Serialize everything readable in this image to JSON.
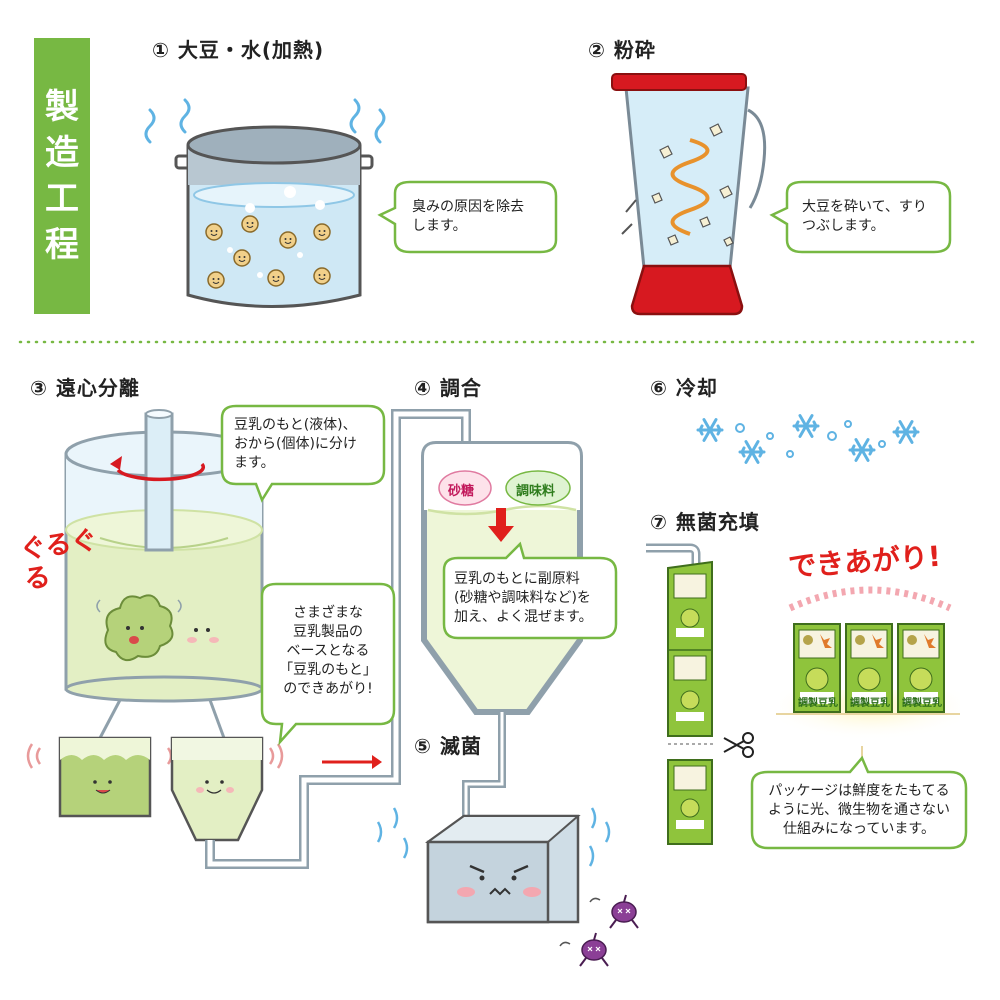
{
  "sidebar": {
    "chars": [
      "製",
      "造",
      "工",
      "程"
    ]
  },
  "steps": {
    "s1": {
      "label": "① 大豆・水(加熱)",
      "bubble": [
        "臭みの原因を除去",
        "します。"
      ]
    },
    "s2": {
      "label": "② 粉砕",
      "bubble": [
        "大豆を砕いて、すり",
        "つぶします。"
      ]
    },
    "s3": {
      "label": "③ 遠心分離",
      "bubble_a": [
        "豆乳のもと(液体)、",
        "おから(個体)に分け",
        "ます。"
      ],
      "bubble_b": [
        "さまざまな",
        "豆乳製品の",
        "ベースとなる",
        "「豆乳のもと」",
        "のできあがり!"
      ],
      "spin_text": "ぐるぐる"
    },
    "s4": {
      "label": "④ 調合",
      "tag_sugar": "砂糖",
      "tag_seasoning": "調味料",
      "bubble": [
        "豆乳のもとに副原料",
        "(砂糖や調味料など)を",
        "加え、よく混ぜます。"
      ]
    },
    "s5": {
      "label": "⑤ 滅菌"
    },
    "s6": {
      "label": "⑥ 冷却"
    },
    "s7": {
      "label": "⑦ 無菌充填",
      "done_text": "できあがり!",
      "package_label": "調製豆乳",
      "bubble": [
        "パッケージは鮮度をたもてる",
        "ように光、微生物を通さない",
        "仕組みになっています。"
      ]
    }
  },
  "colors": {
    "green": "#77b843",
    "water": "#cfe8f5",
    "soy_milk": "#e3efc4",
    "blender_red": "#d71920",
    "okara": "#b5d27a",
    "package": "#8fc43c",
    "germ": "#8b3f96",
    "arrow": "#e0201c"
  },
  "icons": [
    "snowflake-icon",
    "scissors-icon",
    "germ-icon",
    "soybean-icon"
  ]
}
